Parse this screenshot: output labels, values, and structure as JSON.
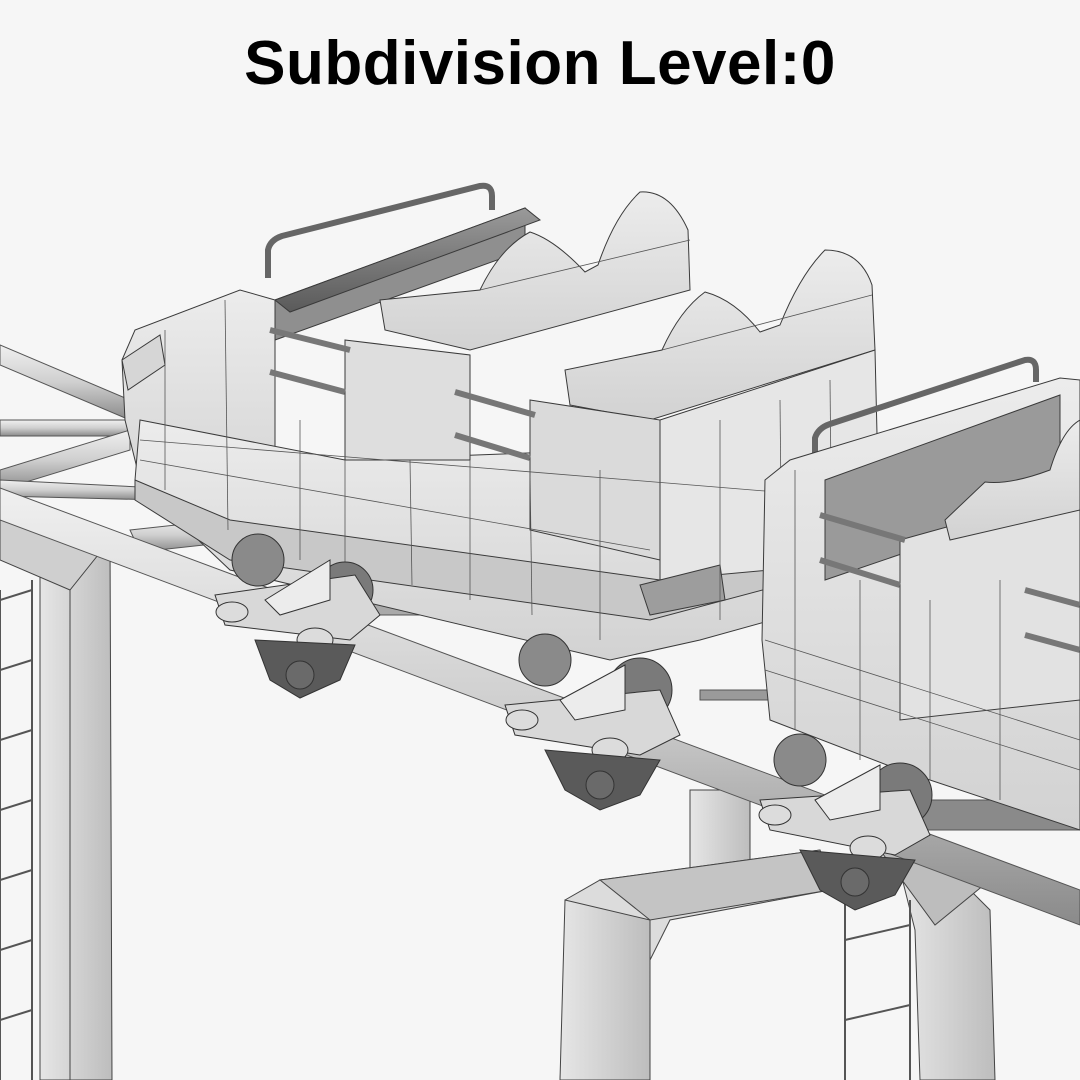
{
  "caption": {
    "title": "Subdivision Level:0"
  },
  "render": {
    "subject": "roller coaster train on track",
    "style": "grayscale wireframe-over-shaded 3D render",
    "elements": [
      "lead-car",
      "second-car",
      "bogie-wheel-assembly",
      "track-rail",
      "support-frame",
      "ladder"
    ],
    "colors": {
      "background": "#f6f6f6",
      "surface": "#e4e4e4",
      "shadow": "#8a8a8a",
      "wire": "#3a3a3a"
    }
  }
}
